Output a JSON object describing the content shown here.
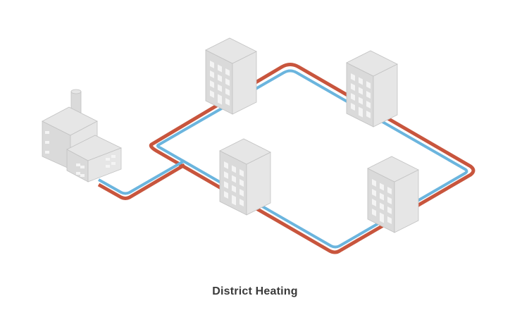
{
  "diagram": {
    "caption": "District Heating"
  },
  "colors": {
    "supply_pipe": "#C8553D",
    "return_pipe": "#6BB5DE",
    "building_light": "#E6E6E6",
    "building_mid": "#DADADA",
    "building_dark": "#CACACA",
    "window": "#F4F4F4",
    "outline": "#C2C2C2"
  },
  "elements": {
    "plant": {
      "name": "heating-plant-icon"
    },
    "buildings": [
      {
        "name": "building-icon-top-left"
      },
      {
        "name": "building-icon-top-right"
      },
      {
        "name": "building-icon-center"
      },
      {
        "name": "building-icon-right"
      }
    ]
  }
}
